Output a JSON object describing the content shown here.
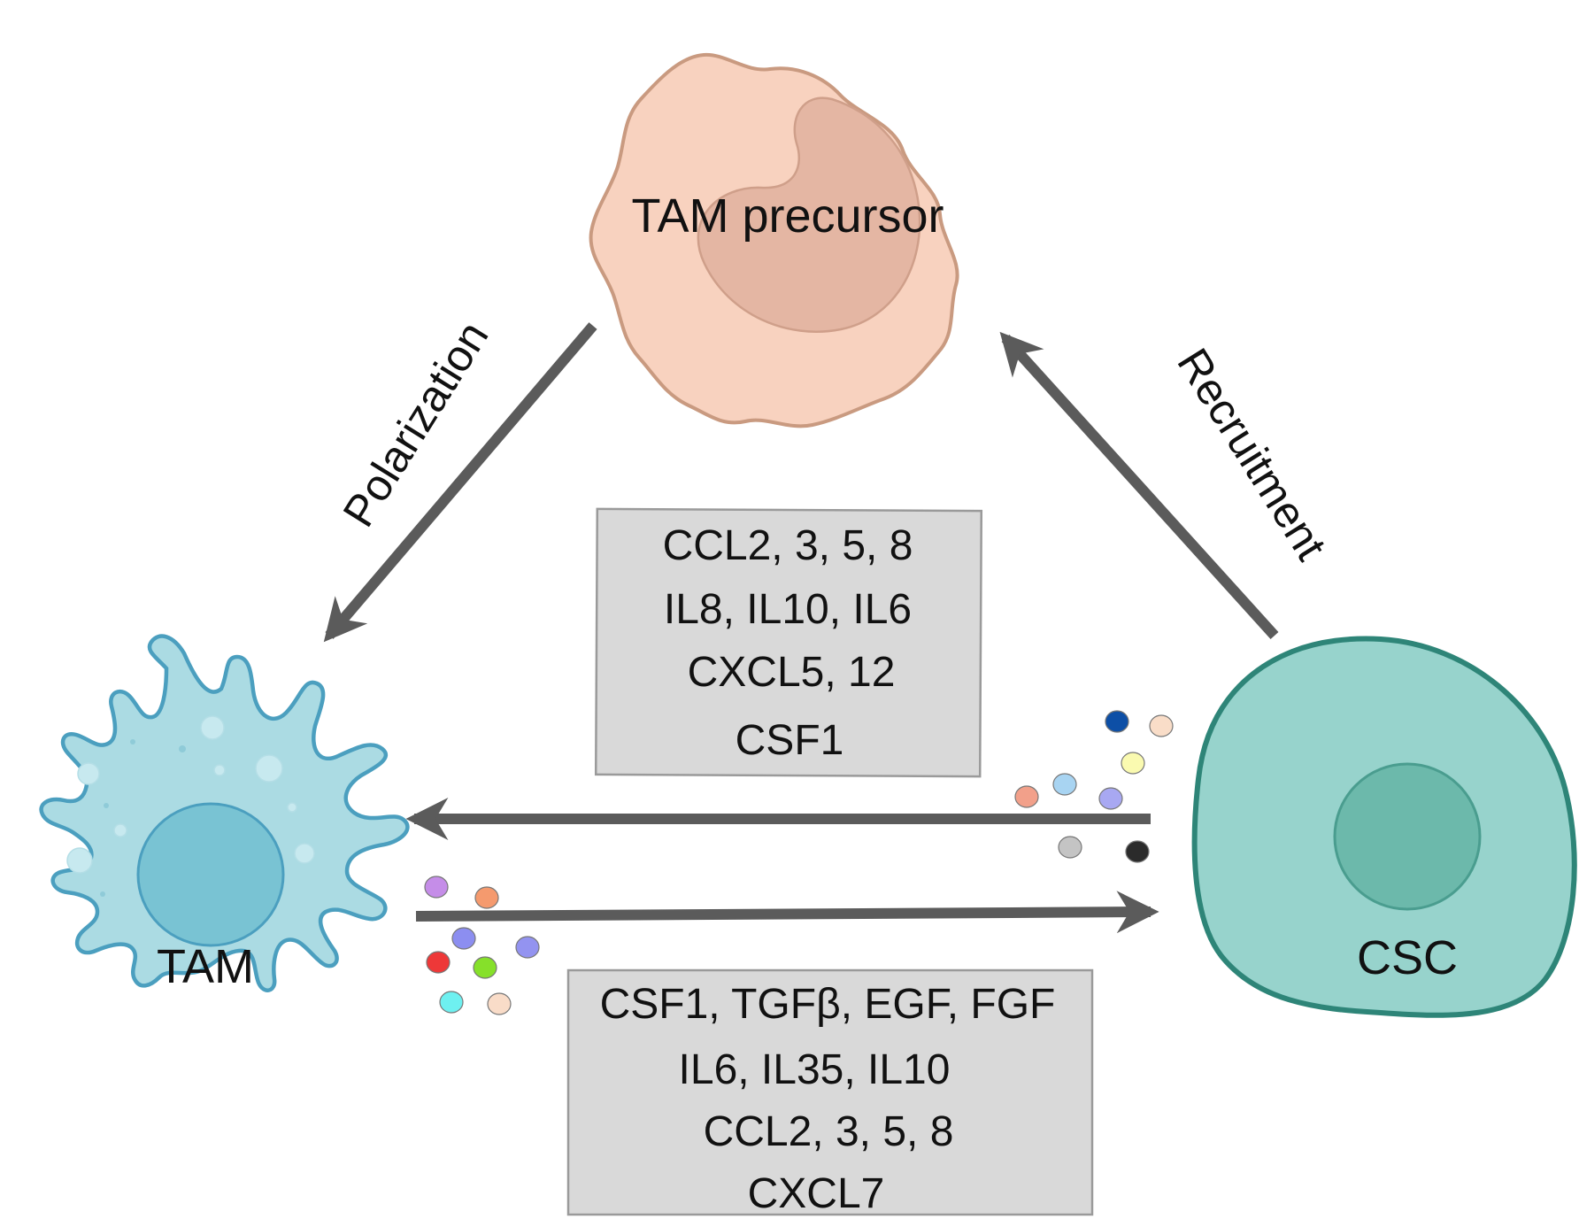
{
  "cells": {
    "precursor": {
      "label": "TAM precursor",
      "fill": "#f8d2bf",
      "stroke": "#c99a80",
      "nucleus": "#e4b6a3"
    },
    "tam": {
      "label": "TAM",
      "fill": "#abdbe3",
      "stroke": "#4b9fbf",
      "nucleus": "#79c3d3"
    },
    "csc": {
      "label": "CSC",
      "fill": "#97d3cc",
      "stroke": "#2e8578",
      "nucleus": "#6cb9ab"
    }
  },
  "processes": {
    "polarization": "Polarization",
    "recruitment": "Recruitment"
  },
  "arrow_color": "#5b5b5b",
  "box_fill": "#d9d9d9",
  "csc_to_tam_factors": [
    "CCL2, 3, 5, 8",
    "IL8, IL10, IL6",
    "CXCL5, 12",
    "CSF1"
  ],
  "tam_to_csc_factors": [
    "CSF1, TGFβ, EGF, FGF",
    "IL6, IL35, IL10",
    "CCL2, 3, 5, 8",
    "CXCL7"
  ],
  "dot_colors": {
    "csc_secreted": [
      "#0d4fa6",
      "#f9ddc8",
      "#fafab0",
      "#f2a08a",
      "#a8d4f2",
      "#a8a8f2",
      "#c4c4c4",
      "#2b2b2b"
    ],
    "tam_secreted": [
      "#c58de8",
      "#f59a6e",
      "#8c8ef0",
      "#9393f0",
      "#ee3838",
      "#86e02a",
      "#6ef0f0",
      "#f9dcc8"
    ]
  }
}
